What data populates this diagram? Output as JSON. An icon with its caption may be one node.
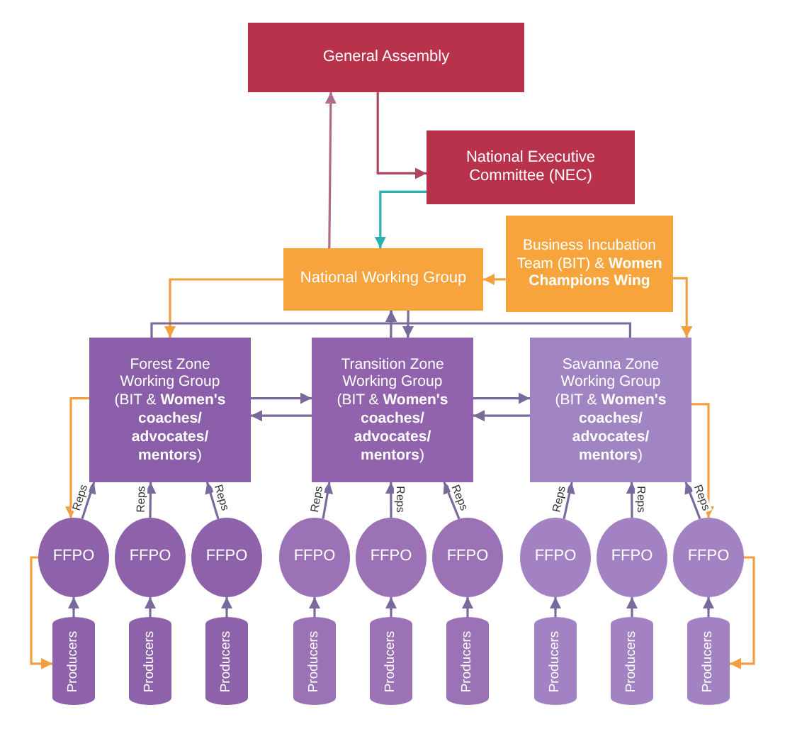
{
  "diagram": {
    "nodes": [
      {
        "text": [
          "General Assembly"
        ]
      },
      {
        "text": [
          "National Executive Committee (NEC)"
        ]
      },
      {
        "text": [
          "National Working Group"
        ]
      },
      {
        "text": [
          "Business Incubation Team (BIT) & **Women Champions Wing**"
        ]
      },
      {
        "text": [
          "Forest Zone Working Group (BIT & **Women's coaches/ advocates/ mentors**)"
        ]
      },
      {
        "text": [
          "Transition Zone Working Group (BIT & **Women's coaches/ advocates/ mentors**)"
        ]
      },
      {
        "text": [
          "Savanna Zone Working Group (BIT & **Women's coaches/ advocates/ mentors**)"
        ]
      },
      {
        "text": [
          "FFPO"
        ]
      },
      {
        "text": [
          "FFPO"
        ]
      },
      {
        "text": [
          "FFPO"
        ]
      },
      {
        "text": [
          "FFPO"
        ]
      },
      {
        "text": [
          "FFPO"
        ]
      },
      {
        "text": [
          "FFPO"
        ]
      },
      {
        "text": [
          "FFPO"
        ]
      },
      {
        "text": [
          "FFPO"
        ]
      },
      {
        "text": [
          "FFPO"
        ]
      },
      {
        "text": [
          "Producers"
        ]
      },
      {
        "text": [
          "Producers"
        ]
      },
      {
        "text": [
          "Producers"
        ]
      },
      {
        "text": [
          "Producers"
        ]
      },
      {
        "text": [
          "Producers"
        ]
      },
      {
        "text": [
          "Producers"
        ]
      },
      {
        "text": [
          "Producers"
        ]
      },
      {
        "text": [
          "Producers"
        ]
      },
      {
        "text": [
          "Producers"
        ]
      }
    ],
    "edges": [
      {
        "from": 2,
        "to": 0,
        "arrow": "to",
        "color": "#b06a8a"
      },
      {
        "from": 0,
        "to": 1,
        "arrow": "to",
        "color": "#b0465e"
      },
      {
        "from": 1,
        "to": 2,
        "arrow": "to",
        "color": "#2bb0b0"
      },
      {
        "from": 3,
        "to": 2,
        "arrow": "to",
        "color": "#f0a040"
      },
      {
        "from": 2,
        "to": 4,
        "arrow": "to",
        "color": "#f0a040"
      },
      {
        "from": 3,
        "to": 6,
        "arrow": "to",
        "color": "#f0a040"
      },
      {
        "from": 4,
        "to": 2,
        "arrow": "to"
      },
      {
        "from": 5,
        "to": 2,
        "arrow": "to"
      },
      {
        "from": 6,
        "to": 2,
        "arrow": "to"
      },
      {
        "from": 2,
        "to": 5,
        "arrow": "to"
      },
      {
        "from": 4,
        "to": 5,
        "arrow": "to"
      },
      {
        "from": 5,
        "to": 4,
        "arrow": "to"
      },
      {
        "from": 5,
        "to": 6,
        "arrow": "to"
      },
      {
        "from": 6,
        "to": 5,
        "arrow": "to"
      },
      {
        "from": 4,
        "to": 7,
        "arrow": "to",
        "color": "#f0a040"
      },
      {
        "from": 6,
        "to": 15,
        "arrow": "to",
        "color": "#f0a040"
      },
      {
        "from": 7,
        "to": 16,
        "arrow": "to",
        "color": "#f0a040"
      },
      {
        "from": 15,
        "to": 24,
        "arrow": "to",
        "color": "#f0a040"
      },
      {
        "from": 7,
        "to": 4,
        "arrow": "to",
        "label": "Reps"
      },
      {
        "from": 8,
        "to": 4,
        "arrow": "to",
        "label": "Reps"
      },
      {
        "from": 9,
        "to": 4,
        "arrow": "to",
        "label": "Reps"
      },
      {
        "from": 10,
        "to": 5,
        "arrow": "to",
        "label": "Reps"
      },
      {
        "from": 11,
        "to": 5,
        "arrow": "to",
        "label": "Reps"
      },
      {
        "from": 12,
        "to": 5,
        "arrow": "to",
        "label": "Reps"
      },
      {
        "from": 13,
        "to": 6,
        "arrow": "to",
        "label": "Reps"
      },
      {
        "from": 14,
        "to": 6,
        "arrow": "to",
        "label": "Reps"
      },
      {
        "from": 15,
        "to": 6,
        "arrow": "to",
        "label": "Reps"
      },
      {
        "from": 16,
        "to": 7,
        "arrow": "to"
      },
      {
        "from": 17,
        "to": 8,
        "arrow": "to"
      },
      {
        "from": 18,
        "to": 9,
        "arrow": "to"
      },
      {
        "from": 19,
        "to": 10,
        "arrow": "to"
      },
      {
        "from": 20,
        "to": 11,
        "arrow": "to"
      },
      {
        "from": 21,
        "to": 12,
        "arrow": "to"
      },
      {
        "from": 22,
        "to": 13,
        "arrow": "to"
      },
      {
        "from": 23,
        "to": 14,
        "arrow": "to"
      },
      {
        "from": 24,
        "to": 15,
        "arrow": "to"
      }
    ]
  }
}
